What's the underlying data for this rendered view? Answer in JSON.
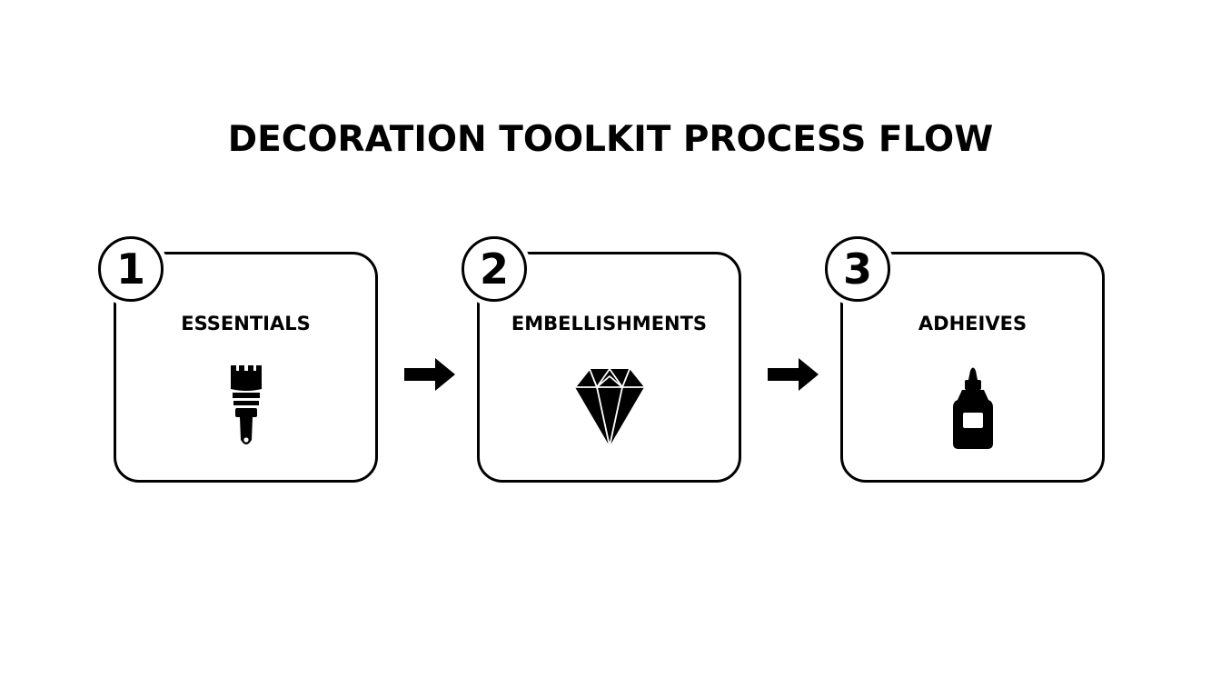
{
  "title": "DECORATION TOOLKIT PROCESS FLOW",
  "steps": [
    {
      "number": "1",
      "label": "ESSENTIALS",
      "icon": "paintbrush-icon"
    },
    {
      "number": "2",
      "label": "EMBELLISHMENTS",
      "icon": "diamond-icon"
    },
    {
      "number": "3",
      "label": "ADHEIVES",
      "icon": "glue-bottle-icon"
    }
  ],
  "connectors": [
    {
      "from": "1",
      "to": "2",
      "icon": "arrow-right-icon"
    },
    {
      "from": "2",
      "to": "3",
      "icon": "arrow-right-icon"
    }
  ],
  "colors": {
    "background": "#ffffff",
    "foreground": "#000000"
  }
}
